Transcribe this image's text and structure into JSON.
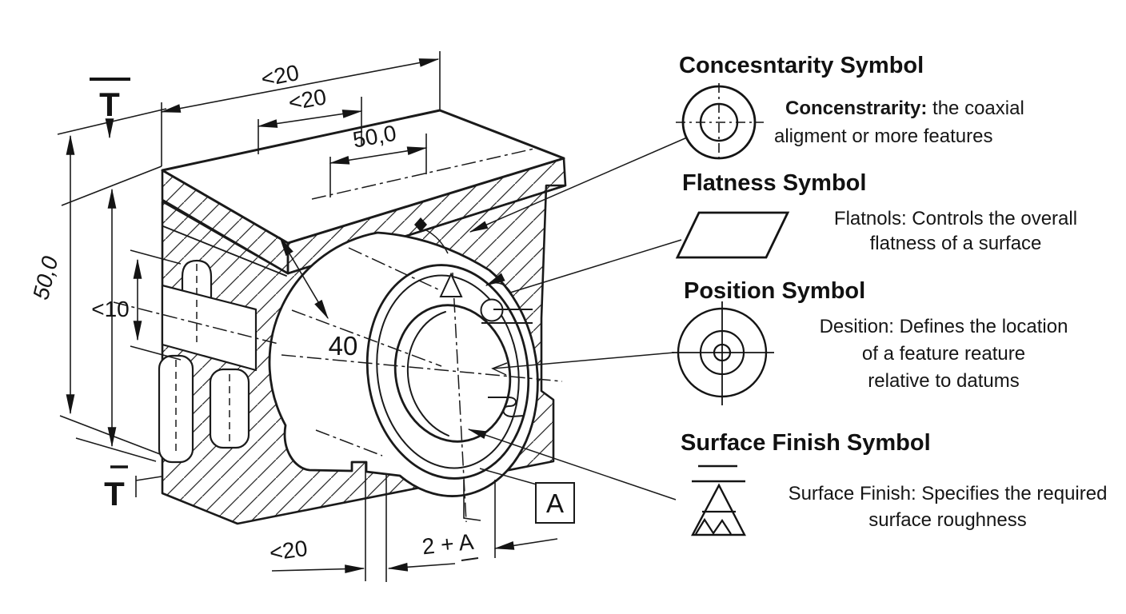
{
  "drawing": {
    "dim_top_outer": "<20",
    "dim_top_inner": "<20",
    "dim_top_depth": "50,0",
    "dim_left_height": "50,0",
    "dim_slot_height": "<10",
    "dim_bore": "40",
    "dim_bottom_width": "<20",
    "dim_bottom_offset": "2 + A",
    "datum_label": "A",
    "datum_t_top": "T",
    "datum_t_bottom": "T"
  },
  "legend": {
    "concentricity": {
      "title": "Concesntarity Symbol",
      "icon": "concentricity-symbol",
      "term": "Concenstrarity:",
      "desc_rest": " the coaxial",
      "desc_line2": "aligment or more features"
    },
    "flatness": {
      "title": "Flatness Symbol",
      "icon": "flatness-symbol",
      "line1": "Flatnols: Controls the overall",
      "line2": "flatness of a surface"
    },
    "position": {
      "title": "Position Symbol",
      "icon": "position-symbol",
      "line1": "Desition: Defines the location",
      "line2": "of a feature reature",
      "line3": "relative to datums"
    },
    "surface_finish": {
      "title": "Surface Finish Symbol",
      "icon": "surface-finish-symbol",
      "line1": "Surface Finish: Specifies the required",
      "line2": "surface roughness"
    }
  }
}
